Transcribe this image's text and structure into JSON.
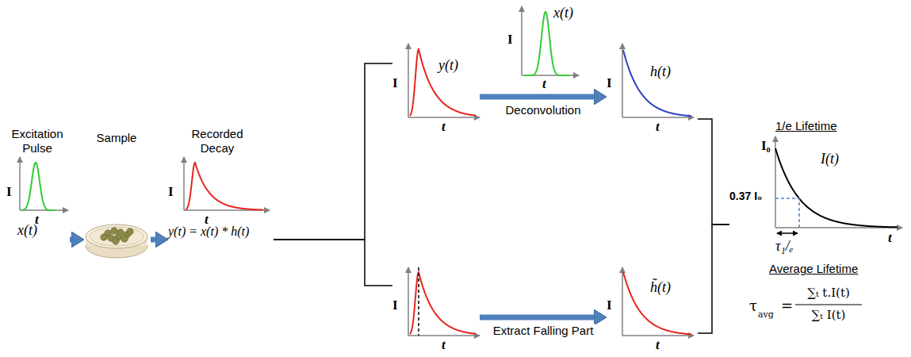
{
  "diagram": {
    "nodes": [
      {
        "text": [
          "Excitation Pulse",
          "I",
          "t",
          "x(t)"
        ]
      },
      {
        "text": [
          "Sample"
        ]
      },
      {
        "text": [
          "Recorded Decay",
          "I",
          "t",
          "y(t) = x(t) * h(t)"
        ]
      },
      {
        "text": [
          "I",
          "y(t)",
          "t"
        ]
      },
      {
        "text": [
          "I",
          "x(t)",
          "t"
        ]
      },
      {
        "text": [
          "I",
          "h(t)",
          "t"
        ]
      },
      {
        "text": [
          "I",
          "t"
        ]
      },
      {
        "text": [
          "I",
          "h̃(t)",
          "t"
        ]
      },
      {
        "text": [
          "1/e Lifetime",
          "I₀",
          "I(t)",
          "0.37 I₀",
          "τ₁/ₑ",
          "t"
        ]
      },
      {
        "text": [
          "Average Lifetime",
          "τ",
          "avg",
          "=",
          "∑ₜ t.I(t)",
          "∑ₜ I(t)"
        ]
      }
    ],
    "edges": [
      {
        "from": 0,
        "to": 1,
        "arrow": "to"
      },
      {
        "from": 1,
        "to": 2,
        "arrow": "to"
      },
      {
        "from": 2,
        "to": 3,
        "arrow": "none"
      },
      {
        "from": 2,
        "to": 6,
        "arrow": "none"
      },
      {
        "from": 3,
        "to": 5,
        "arrow": "to",
        "label": "Deconvolution"
      },
      {
        "from": 6,
        "to": 7,
        "arrow": "to",
        "label": "Extract Falling Part"
      },
      {
        "from": 5,
        "to": 8,
        "arrow": "none"
      },
      {
        "from": 7,
        "to": 8,
        "arrow": "none"
      }
    ]
  }
}
